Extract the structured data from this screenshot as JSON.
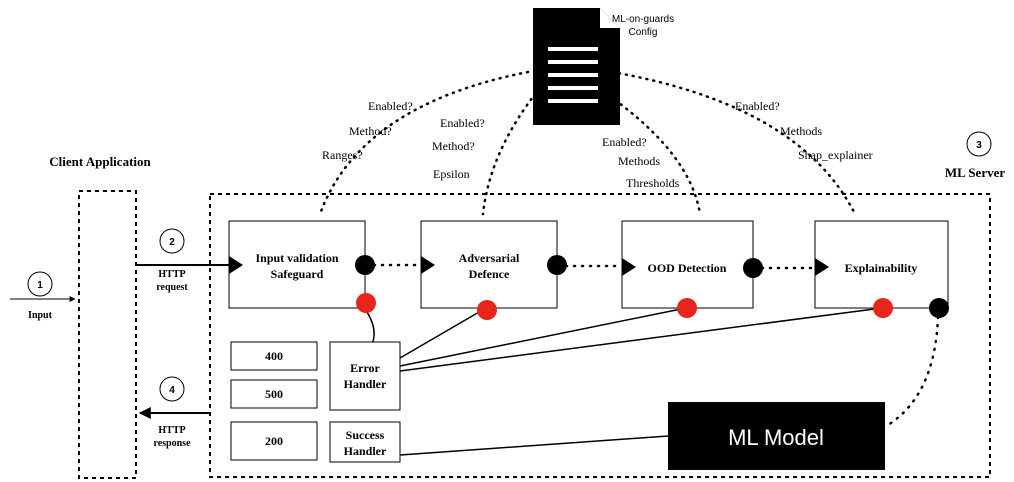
{
  "config_doc": {
    "line1": "ML-on-guards",
    "line2": "Config"
  },
  "client": {
    "title": "Client Application"
  },
  "server": {
    "title": "ML Server"
  },
  "markers": {
    "m1": "1",
    "m2": "2",
    "m3": "3",
    "m4": "4"
  },
  "labels": {
    "input": "Input",
    "http_request_1": "HTTP",
    "http_request_2": "request",
    "http_response_1": "HTTP",
    "http_response_2": "response"
  },
  "stages": {
    "input_validation_1": "Input validation",
    "input_validation_2": "Safeguard",
    "adversarial_1": "Adversarial",
    "adversarial_2": "Defence",
    "ood": "OOD Detection",
    "explainability": "Explainability"
  },
  "config_params": {
    "input_validation": [
      "Enabled?",
      "Method?",
      "Ranges?"
    ],
    "adversarial": [
      "Enabled?",
      "Method?",
      "Epsilon"
    ],
    "ood": [
      "Enabled?",
      "Methods",
      "Thresholds"
    ],
    "explainability": [
      "Enabled?",
      "Methods",
      "Shap_explainer"
    ]
  },
  "codes": {
    "c400": "400",
    "c500": "500",
    "c200": "200"
  },
  "handlers": {
    "error_1": "Error",
    "error_2": "Handler",
    "success_1": "Success",
    "success_2": "Handler"
  },
  "model": {
    "label": "ML Model"
  },
  "colors": {
    "error_dot": "#e8251b",
    "pass_dot": "#000000",
    "model_bg": "#000000"
  }
}
